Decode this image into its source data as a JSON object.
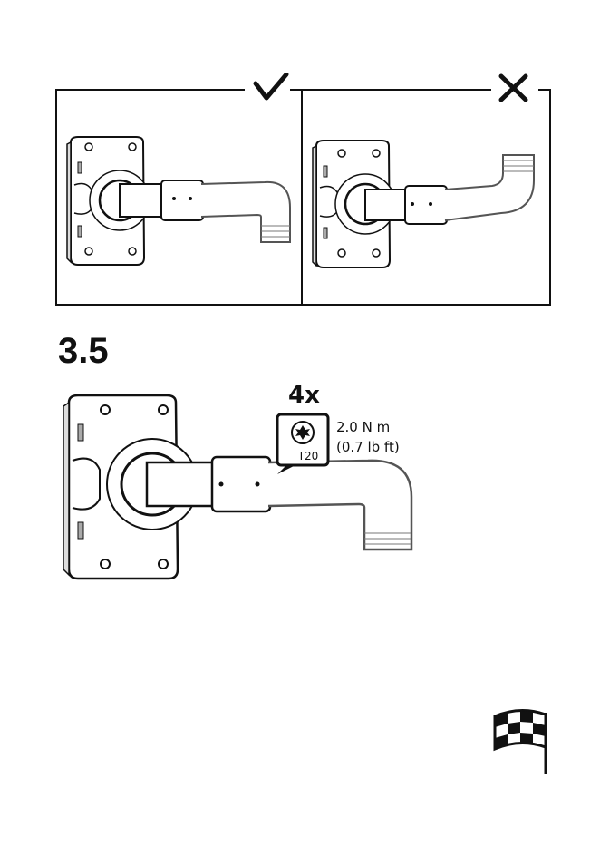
{
  "step": {
    "number": "3.5"
  },
  "fastening": {
    "quantity": "4x",
    "tool": "T20",
    "torque_line_1": "2.0 N m",
    "torque_line_2": "(0.7 lb ft)"
  },
  "icons": {
    "correct": "checkmark-icon",
    "wrong": "cross-icon",
    "tool": "torx-bit-icon",
    "finish": "checkered-flag-icon"
  },
  "colors": {
    "ink": "#111111",
    "paper": "#ffffff",
    "shade": "#d9d9d9"
  }
}
